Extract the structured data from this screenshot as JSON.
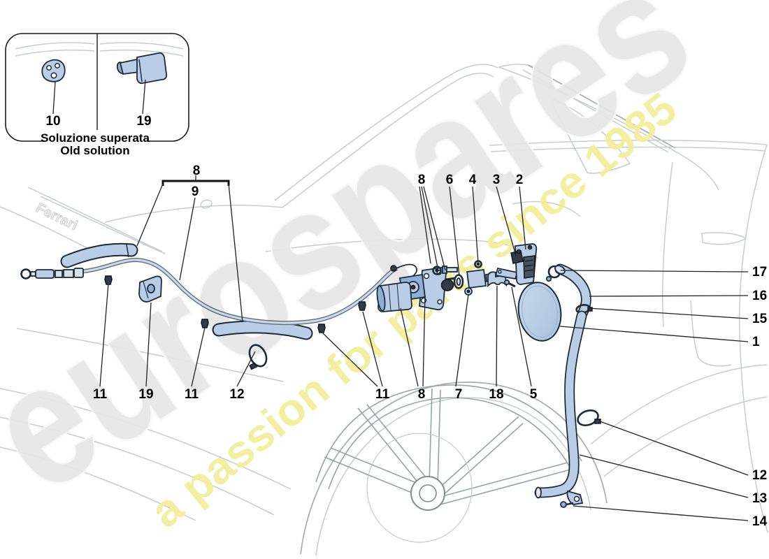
{
  "inset": {
    "caption_line1": "Soluzione superata",
    "caption_line2": "Old solution"
  },
  "watermark": {
    "brand": "eurospares",
    "tagline": "a passion for parts since 1985",
    "brand_color": "#e7e7e7",
    "tagline_color": "#f2ef9b"
  },
  "car": {
    "sill_script": "Ferrari"
  },
  "callouts": {
    "sheath_pair": "8",
    "inner_cable": "9",
    "mech_top": [
      "8",
      "6",
      "4",
      "3",
      "2"
    ],
    "right_column": [
      "17",
      "16",
      "15",
      "1"
    ],
    "bottom_row": [
      "11",
      "19",
      "11",
      "12",
      "11",
      "8",
      "7",
      "18",
      "5"
    ],
    "bottom_right_column": [
      "12",
      "13",
      "14"
    ],
    "inset_plate": "10",
    "inset_valve": "19"
  },
  "colors": {
    "part_fill": "#b9cde6",
    "part_fill_dark": "#8fb0d4",
    "part_stroke": "#1c2b3c",
    "line_art": "#c7ccd0",
    "line_art_dark": "#a9afb4",
    "background": "#ffffff"
  }
}
